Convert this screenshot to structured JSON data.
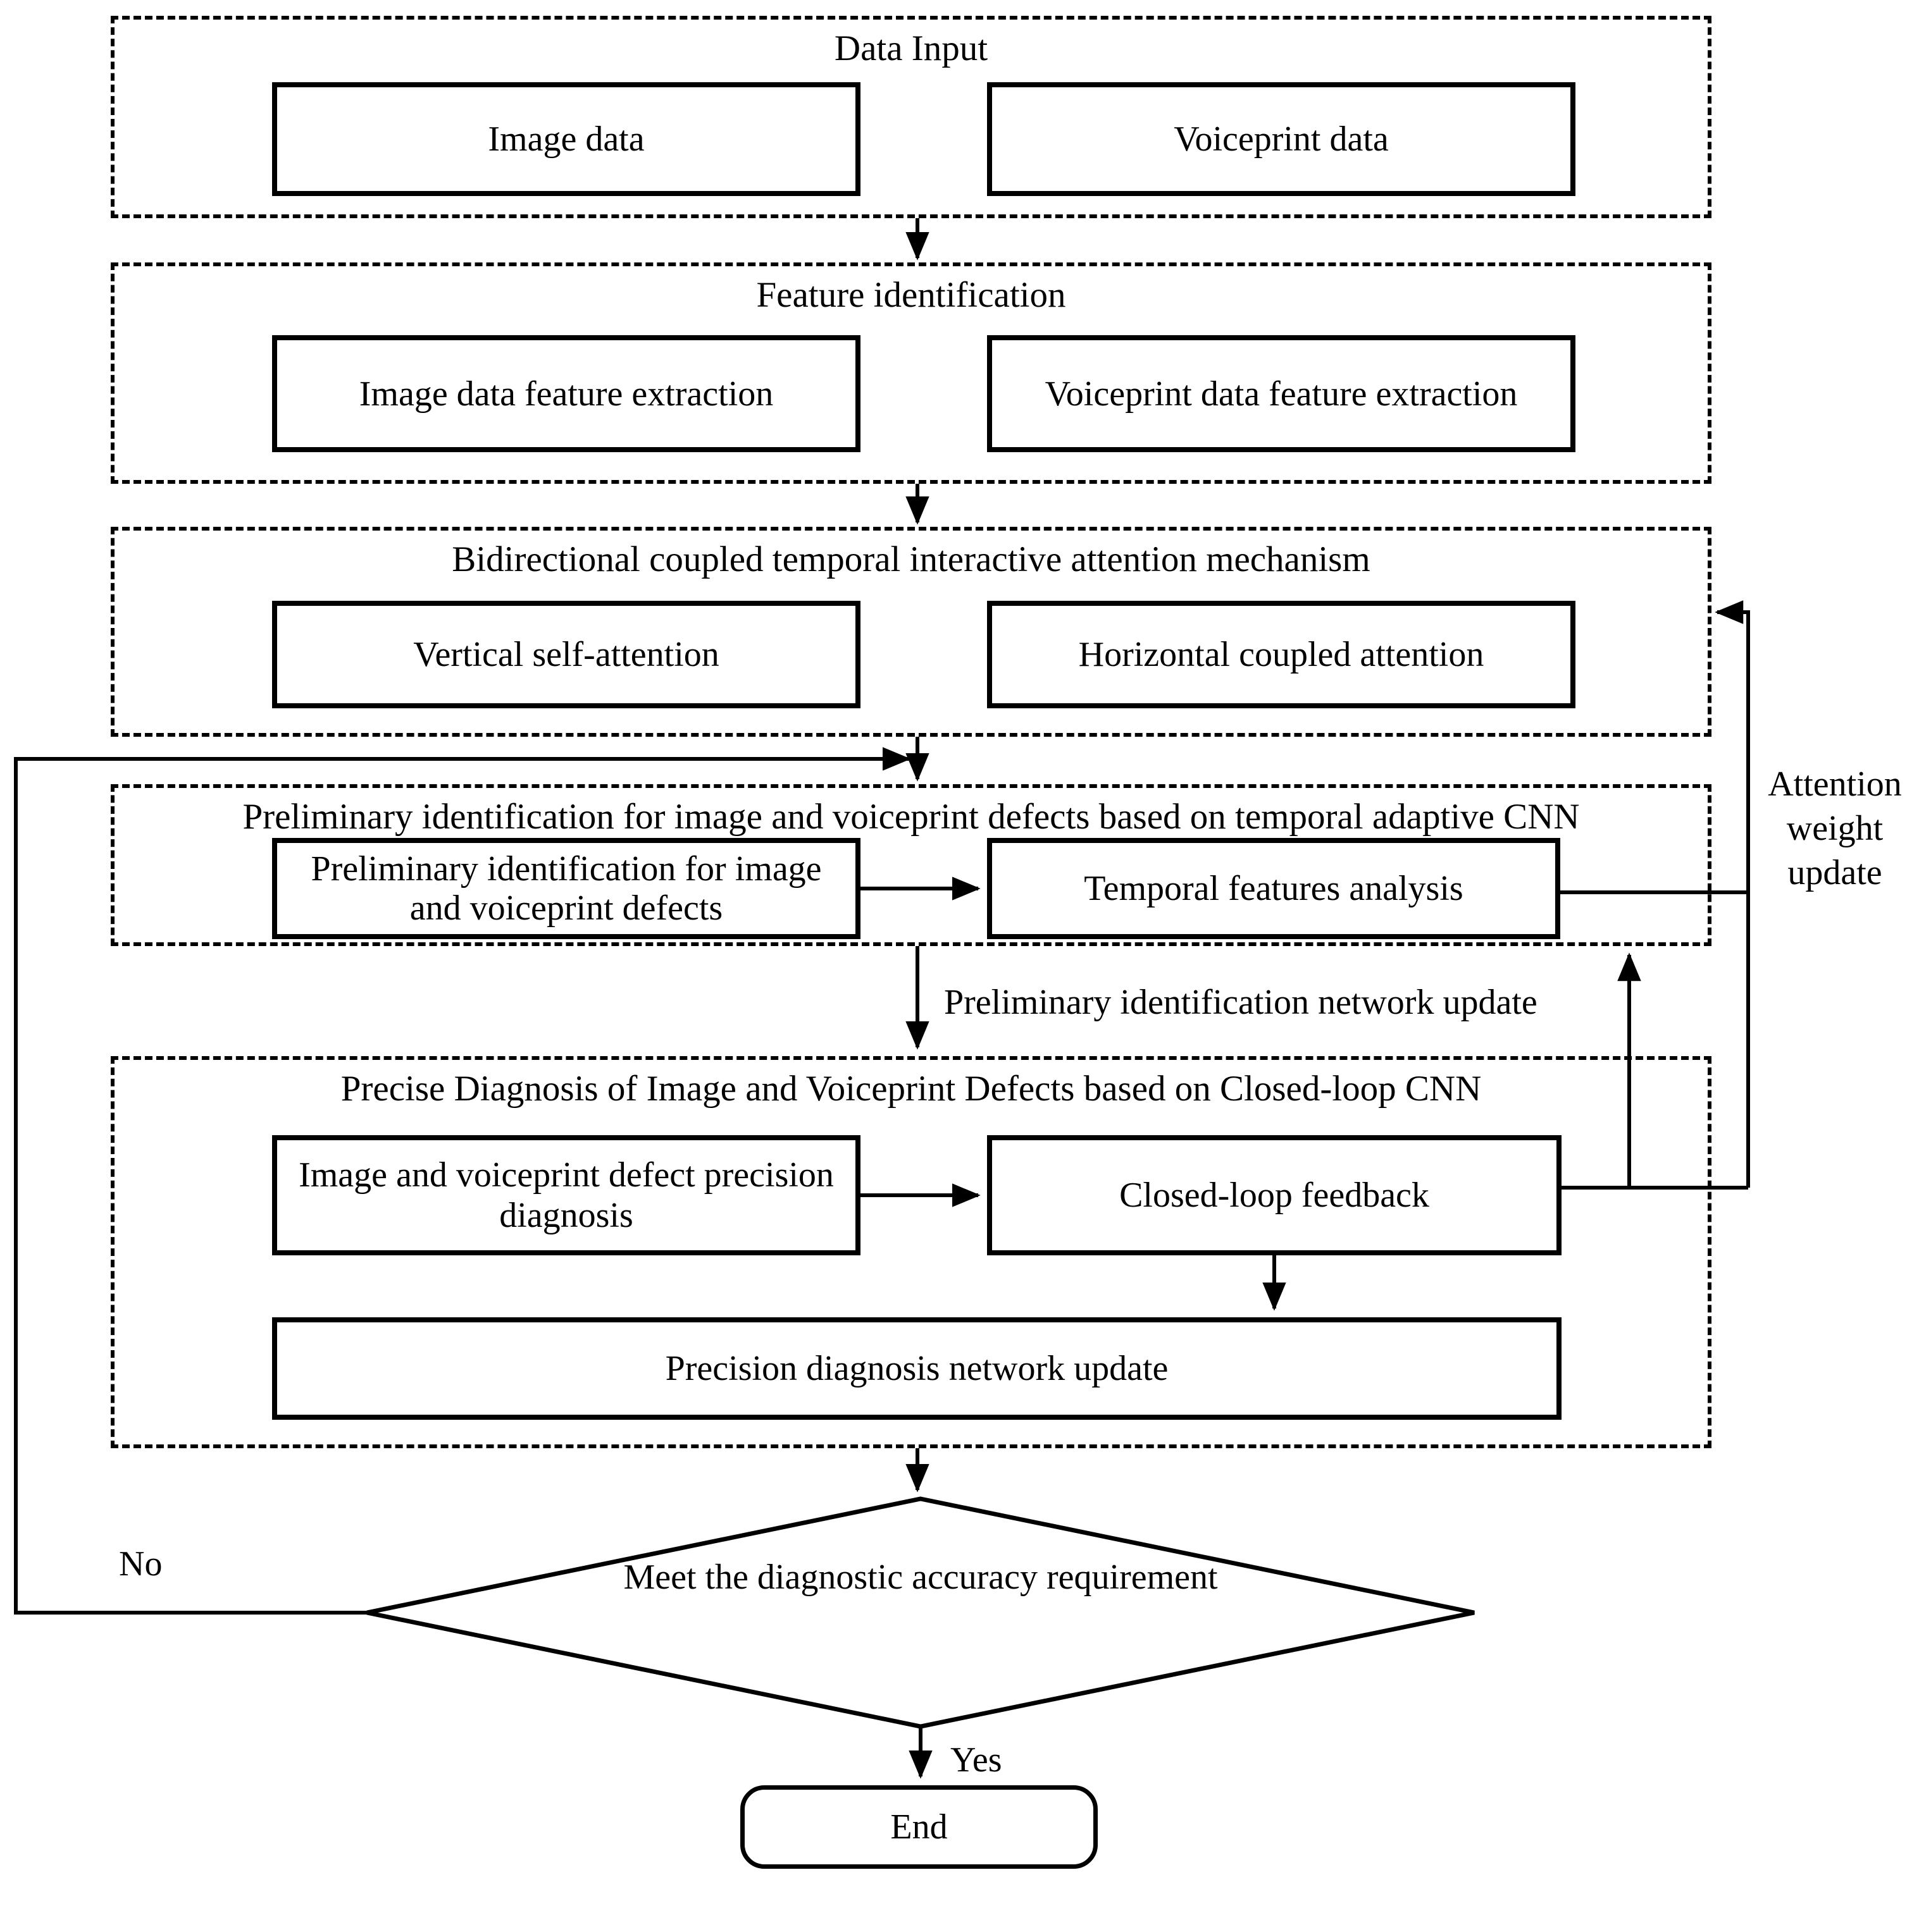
{
  "figure": {
    "background": "#ffffff",
    "line_color": "#000000",
    "sections": [
      {
        "title": "Data Input",
        "left_box": "Image data",
        "right_box": "Voiceprint data"
      },
      {
        "title": "Feature identification",
        "left_box": "Image data feature extraction",
        "right_box": "Voiceprint data feature extraction"
      },
      {
        "title": "Bidirectional coupled temporal interactive attention mechanism",
        "left_box": "Vertical self-attention",
        "right_box": "Horizontal coupled attention"
      },
      {
        "title": "Preliminary identification for image and voiceprint defects based on temporal adaptive CNN",
        "left_box": "Preliminary identification for image and voiceprint defects",
        "right_box": "Temporal features analysis"
      },
      {
        "title": "Precise Diagnosis of Image and Voiceprint Defects based on Closed-loop CNN",
        "left_box": "Image and voiceprint defect precision diagnosis",
        "right_box": "Closed-loop feedback",
        "bottom_box": "Precision diagnosis network update"
      }
    ],
    "labels": {
      "attention_weight_update": "Attention weight update",
      "preliminary_network_update": "Preliminary identification network update",
      "no": "No",
      "yes": "Yes"
    },
    "decision": {
      "text": "Meet the diagnostic accuracy requirement"
    },
    "terminal": {
      "text": "End"
    }
  }
}
